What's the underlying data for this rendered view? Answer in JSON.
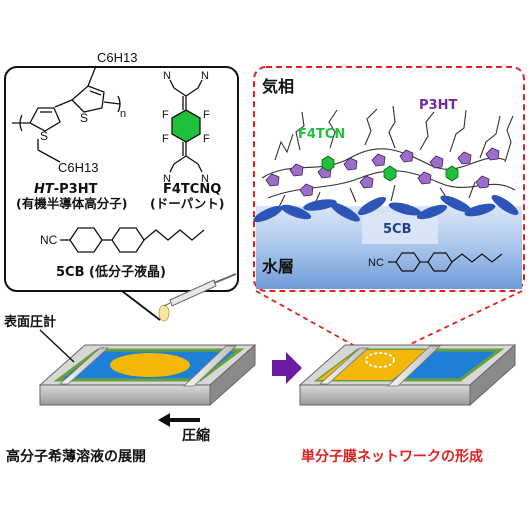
{
  "molecules": {
    "p3ht": {
      "name_prefix": "HT",
      "name_suffix": "-P3HT",
      "description": "(有機半導体高分子)",
      "hexyl_top": "C6H13",
      "hexyl_bottom": "C6H13",
      "ring_atom_1": "S",
      "ring_atom_2": "S",
      "repeat_index": "n",
      "color": "#6f2aa0"
    },
    "f4tcnq": {
      "name": "F4TCNQ",
      "description": "(ドーパント)",
      "nitrile_label": "N",
      "fluorine_label": "F",
      "ring_color": "#1fc13a"
    },
    "cb5": {
      "name": "5CB",
      "description": "(低分子液晶)",
      "nitrile_label": "NC"
    }
  },
  "zoom_panel": {
    "air_phase_label": "気相",
    "water_layer_label": "水層",
    "f4tcnq_label": "F4TCN",
    "p3ht_label": "P3HT",
    "cb5_label": "5CB",
    "nitrile_label": "NC",
    "f4tcnq_label_color": "#1fc13a",
    "p3ht_label_color": "#6f2aa0",
    "cb5_ellipse_color": "#2d55b8",
    "dashed_border_color": "#e32020"
  },
  "trough": {
    "surface_pressure_label": "表面圧計",
    "compression_label": "圧縮",
    "water_color": "#1d7fd6",
    "film_color": "#f2b707",
    "frame_color": "#6a9f3a"
  },
  "captions": {
    "left": "高分子希薄溶液の展開",
    "right": "単分子膜ネットワークの形成",
    "right_color": "#e02020"
  },
  "flow_arrow_color": "#6c1aa0"
}
